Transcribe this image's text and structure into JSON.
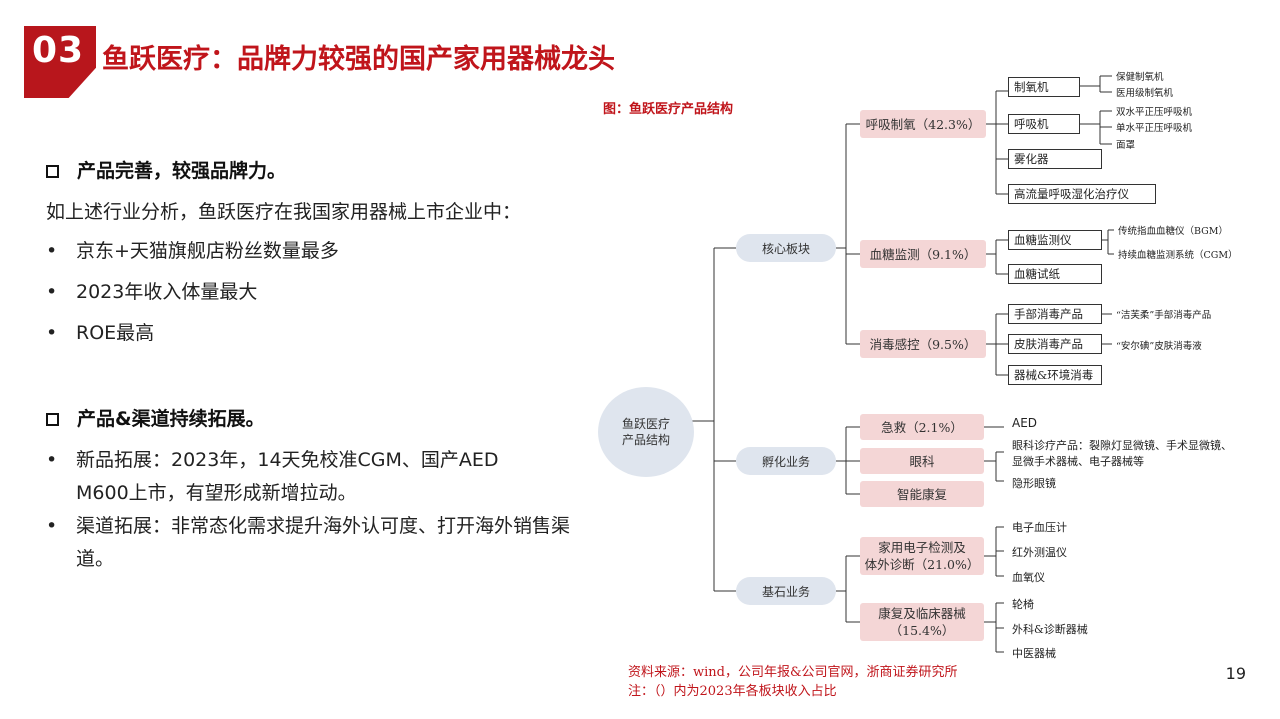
{
  "header": {
    "section_number": "03",
    "title": "鱼跃医疗：品牌力较强的国产家用器械龙头"
  },
  "left": {
    "heading1": "产品完善，较强品牌力。",
    "intro": "如上述行业分析，鱼跃医疗在我国家用器械上市企业中：",
    "bullets1": [
      "京东+天猫旗舰店粉丝数量最多",
      "2023年收入体量最大",
      "ROE最高"
    ],
    "heading2": "产品&渠道持续拓展。",
    "bullets2": [
      "新品拓展：2023年，14天免校准CGM、国产AED M600上市，有望形成新增拉动。",
      "渠道拓展：非常态化需求提升海外认可度、打开海外销售渠道。"
    ]
  },
  "figure": {
    "title": "图：鱼跃医疗产品结构",
    "root": "鱼跃医疗产品结构",
    "segments": [
      "核心板块",
      "孵化业务",
      "基石业务"
    ],
    "core": {
      "respiratory": {
        "label": "呼吸制氧（42.3%）",
        "boxes": [
          "制氧机",
          "呼吸机",
          "雾化器",
          "高流量呼吸湿化治疗仪"
        ],
        "oxygen_items": [
          "保健制氧机",
          "医用级制氧机"
        ],
        "ventilator_items": [
          "双水平正压呼吸机",
          "单水平正压呼吸机",
          "面罩"
        ]
      },
      "glucose": {
        "label": "血糖监测（9.1%）",
        "boxes": [
          "血糖监测仪",
          "血糖试纸"
        ],
        "items": [
          "传统指血血糖仪（BGM）",
          "持续血糖监测系统（CGM）"
        ]
      },
      "infection": {
        "label": "消毒感控（9.5%）",
        "boxes": [
          "手部消毒产品",
          "皮肤消毒产品",
          "器械&环境消毒"
        ],
        "items": [
          "“洁芙柔”手部消毒产品",
          "“安尔碘”皮肤消毒液"
        ]
      }
    },
    "incubation": {
      "emergency": "急救（2.1%）",
      "ophthalmology": "眼科",
      "smart_rehab": "智能康复",
      "items": [
        "AED",
        "眼科诊疗产品：裂隙灯显微镜、手术显微镜、",
        "显微手术器械、电子器械等",
        "隐形眼镜"
      ]
    },
    "foundation": {
      "home_test": "家用电子检测及体外诊断（21.0%）",
      "home_test_l1": "家用电子检测及",
      "home_test_l2": "体外诊断（21.0%）",
      "home_items": [
        "电子血压计",
        "红外测温仪",
        "血氧仪"
      ],
      "rehab_l1": "康复及临床器械",
      "rehab_l2": "（15.4%）",
      "rehab_items": [
        "轮椅",
        "外科&诊断器械",
        "中医器械"
      ]
    }
  },
  "source": {
    "line1": "资料来源：wind，公司年报&公司官网，浙商证券研究所",
    "line2": "注：（）内为2023年各板块收入占比"
  },
  "page_number": "19",
  "colors": {
    "brand_red": "#c0151b",
    "pill_blue": "#dfe5ee",
    "pink": "#f4d6d6"
  }
}
